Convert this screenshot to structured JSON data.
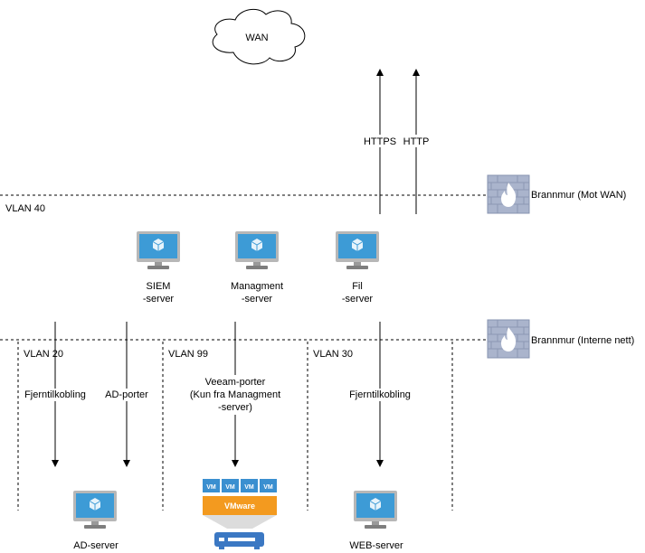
{
  "cloud": {
    "label": "WAN"
  },
  "protocols": {
    "https": "HTTPS",
    "http": "HTTP"
  },
  "firewalls": {
    "wan": {
      "label": "Brannmur (Mot WAN)"
    },
    "internal": {
      "label": "Brannmur (Interne nett)"
    }
  },
  "vlans": {
    "vlan40": "VLAN 40",
    "vlan20": "VLAN 20",
    "vlan99": "VLAN 99",
    "vlan30": "VLAN 30"
  },
  "servers": {
    "siem": {
      "line1": "SIEM",
      "line2": "-server"
    },
    "mgmt": {
      "line1": "Managment",
      "line2": "-server"
    },
    "fil": {
      "line1": "Fil",
      "line2": "-server"
    },
    "ad": {
      "label": "AD-server"
    },
    "web": {
      "label": "WEB-server"
    }
  },
  "links": {
    "remote1": "Fjerntilkobling",
    "ad_ports": "AD-porter",
    "veeam": {
      "line1": "Veeam-porter",
      "line2": "(Kun fra Managment",
      "line3": "-server)"
    },
    "remote2": "Fjerntilkobling"
  },
  "vmware": {
    "vm_label": "VM",
    "banner": "VMware"
  },
  "colors": {
    "firewall_brick": "#9aa7c2",
    "firewall_flame": "#ffffff",
    "monitor_frame": "#b4b4b4",
    "monitor_screen": "#3d9bd6",
    "vm_box": "#3a8fd0",
    "vmware_orange": "#f39a1f",
    "server_blue": "#3b78c3"
  }
}
